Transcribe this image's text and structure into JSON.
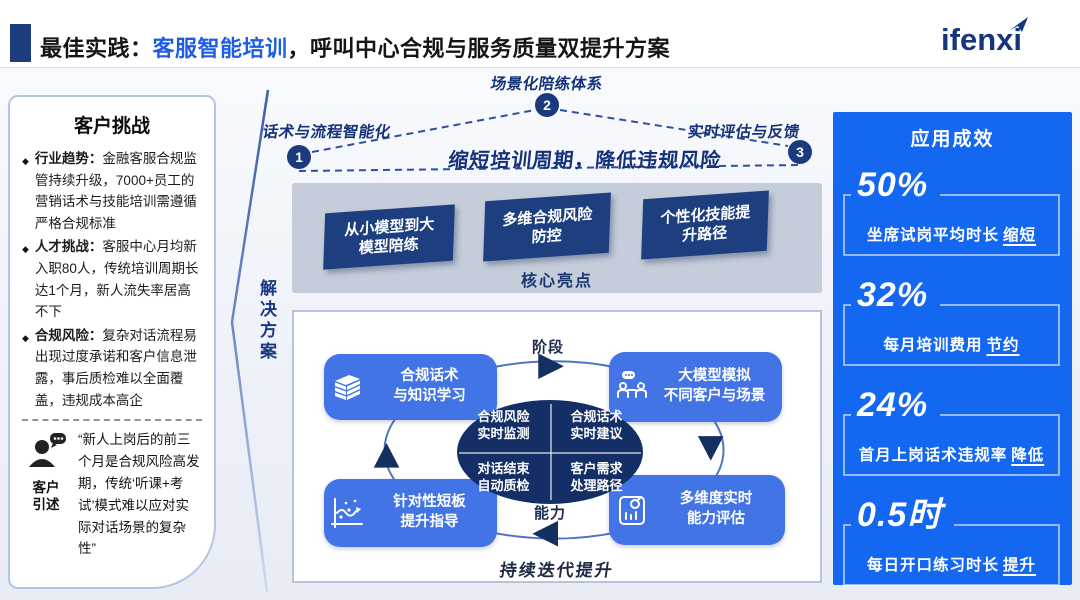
{
  "header": {
    "title_prefix": "最佳实践：",
    "title_highlight": "客服智能培训",
    "title_suffix": "，呼叫中心合规与服务质量双提升方案",
    "logo_text": "ifenxi"
  },
  "left_panel": {
    "title": "客户挑战",
    "bullets": [
      {
        "label": "行业趋势：",
        "text": "金融客服合规监管持续升级，7000+员工的营销话术与技能培训需遵循严格合规标准"
      },
      {
        "label": "人才挑战：",
        "text": "客服中心月均新入职80人，传统培训周期长达1个月，新人流失率居高不下"
      },
      {
        "label": "合规风险：",
        "text": "复杂对话流程易出现过度承诺和客户信息泄露，事后质检难以全面覆盖，违规成本高企"
      }
    ],
    "quote": {
      "speaker": "客户\n引述",
      "text": "“新人上岗后的前三个月是合规风险高发期，传统‘听课+考试’模式难以应对实际对话场景的复杂性”"
    }
  },
  "solution": {
    "section_label": "解决方案",
    "pillars": {
      "top": {
        "num": "2",
        "label": "场景化陪练体系"
      },
      "left": {
        "num": "1",
        "label": "话术与流程智能化"
      },
      "right": {
        "num": "3",
        "label": "实时评估与反馈"
      },
      "motto": "缩短培训周期，降低违规风险"
    },
    "highlights": {
      "caption": "核心亮点",
      "items": [
        "从小模型到大\n模型陪练",
        "多维合规风险\n防控",
        "个性化技能提\n升路径"
      ]
    },
    "cycle": {
      "axis_top": "阶段",
      "axis_bottom": "能力",
      "caption": "持续迭代提升",
      "nodes": [
        {
          "icon": "books-icon",
          "label": "合规话术\n与知识学习"
        },
        {
          "icon": "people-chat-icon",
          "label": "大模型模拟\n不同客户与场景"
        },
        {
          "icon": "scatter-chart-icon",
          "label": "针对性短板\n提升指导"
        },
        {
          "icon": "clipboard-chart-icon",
          "label": "多维度实时\n能力评估"
        }
      ],
      "center": [
        "合规风险\n实时监测",
        "合规话术\n实时建议",
        "对话结束\n自动质检",
        "客户需求\n处理路径"
      ]
    }
  },
  "right_panel": {
    "title": "应用成效",
    "stats": [
      {
        "value": "50%",
        "desc": "坐席试岗平均时长",
        "keyword": "缩短"
      },
      {
        "value": "32%",
        "desc": "每月培训费用",
        "keyword": "节约"
      },
      {
        "value": "24%",
        "desc": "首月上岗话术违规率",
        "keyword": "降低"
      },
      {
        "value": "0.5时",
        "desc": "每日开口练习时长",
        "keyword": "提升"
      }
    ]
  },
  "colors": {
    "navy": "#1d3e82",
    "bright_blue": "#1467f1",
    "node_blue": "#4374e6",
    "highlight_blue": "#1f5de5",
    "band_gray": "#c5cdda",
    "ellipse_navy": "#132f66"
  }
}
